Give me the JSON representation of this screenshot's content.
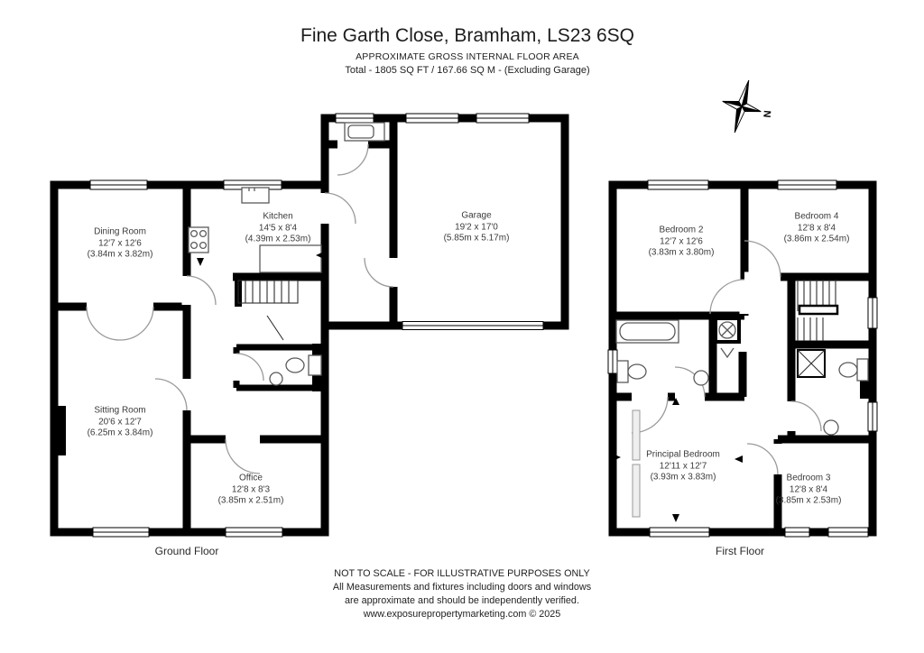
{
  "header": {
    "title": "Fine Garth Close, Bramham, LS23 6SQ",
    "subtitle": "APPROXIMATE GROSS INTERNAL FLOOR AREA",
    "total_line": "Total - 1805 SQ FT / 167.66 SQ M - (Excluding Garage)"
  },
  "compass": {
    "north_label": "N"
  },
  "floors": [
    {
      "label": "Ground Floor",
      "rooms": [
        {
          "name": "Dining Room",
          "dims_imperial": "12'7 x 12'6",
          "dims_metric": "(3.84m x 3.82m)"
        },
        {
          "name": "Kitchen",
          "dims_imperial": "14'5 x 8'4",
          "dims_metric": "(4.39m x 2.53m)"
        },
        {
          "name": "Garage",
          "dims_imperial": "19'2 x 17'0",
          "dims_metric": "(5.85m x 5.17m)"
        },
        {
          "name": "Sitting Room",
          "dims_imperial": "20'6 x 12'7",
          "dims_metric": "(6.25m x 3.84m)"
        },
        {
          "name": "Office",
          "dims_imperial": "12'8 x 8'3",
          "dims_metric": "(3.85m x 2.51m)"
        }
      ]
    },
    {
      "label": "First Floor",
      "rooms": [
        {
          "name": "Bedroom 2",
          "dims_imperial": "12'7 x 12'6",
          "dims_metric": "(3.83m x 3.80m)"
        },
        {
          "name": "Bedroom 4",
          "dims_imperial": "12'8 x 8'4",
          "dims_metric": "(3.86m x 2.54m)"
        },
        {
          "name": "Principal Bedroom",
          "dims_imperial": "12'11 x 12'7",
          "dims_metric": "(3.93m x 3.83m)"
        },
        {
          "name": "Bedroom 3",
          "dims_imperial": "12'8 x 8'4",
          "dims_metric": "(3.85m x 2.53m)"
        }
      ]
    }
  ],
  "footer": {
    "line1": "NOT TO SCALE - FOR ILLUSTRATIVE PURPOSES ONLY",
    "line2": "All Measurements and fixtures including doors and windows",
    "line3": "are approximate and should be independently verified.",
    "line4": "www.exposurepropertymarketing.com © 2025"
  },
  "colors": {
    "wall": "#000000",
    "background": "#ffffff",
    "text": "#3a3a3a",
    "door_arc": "#9a9a9a"
  }
}
